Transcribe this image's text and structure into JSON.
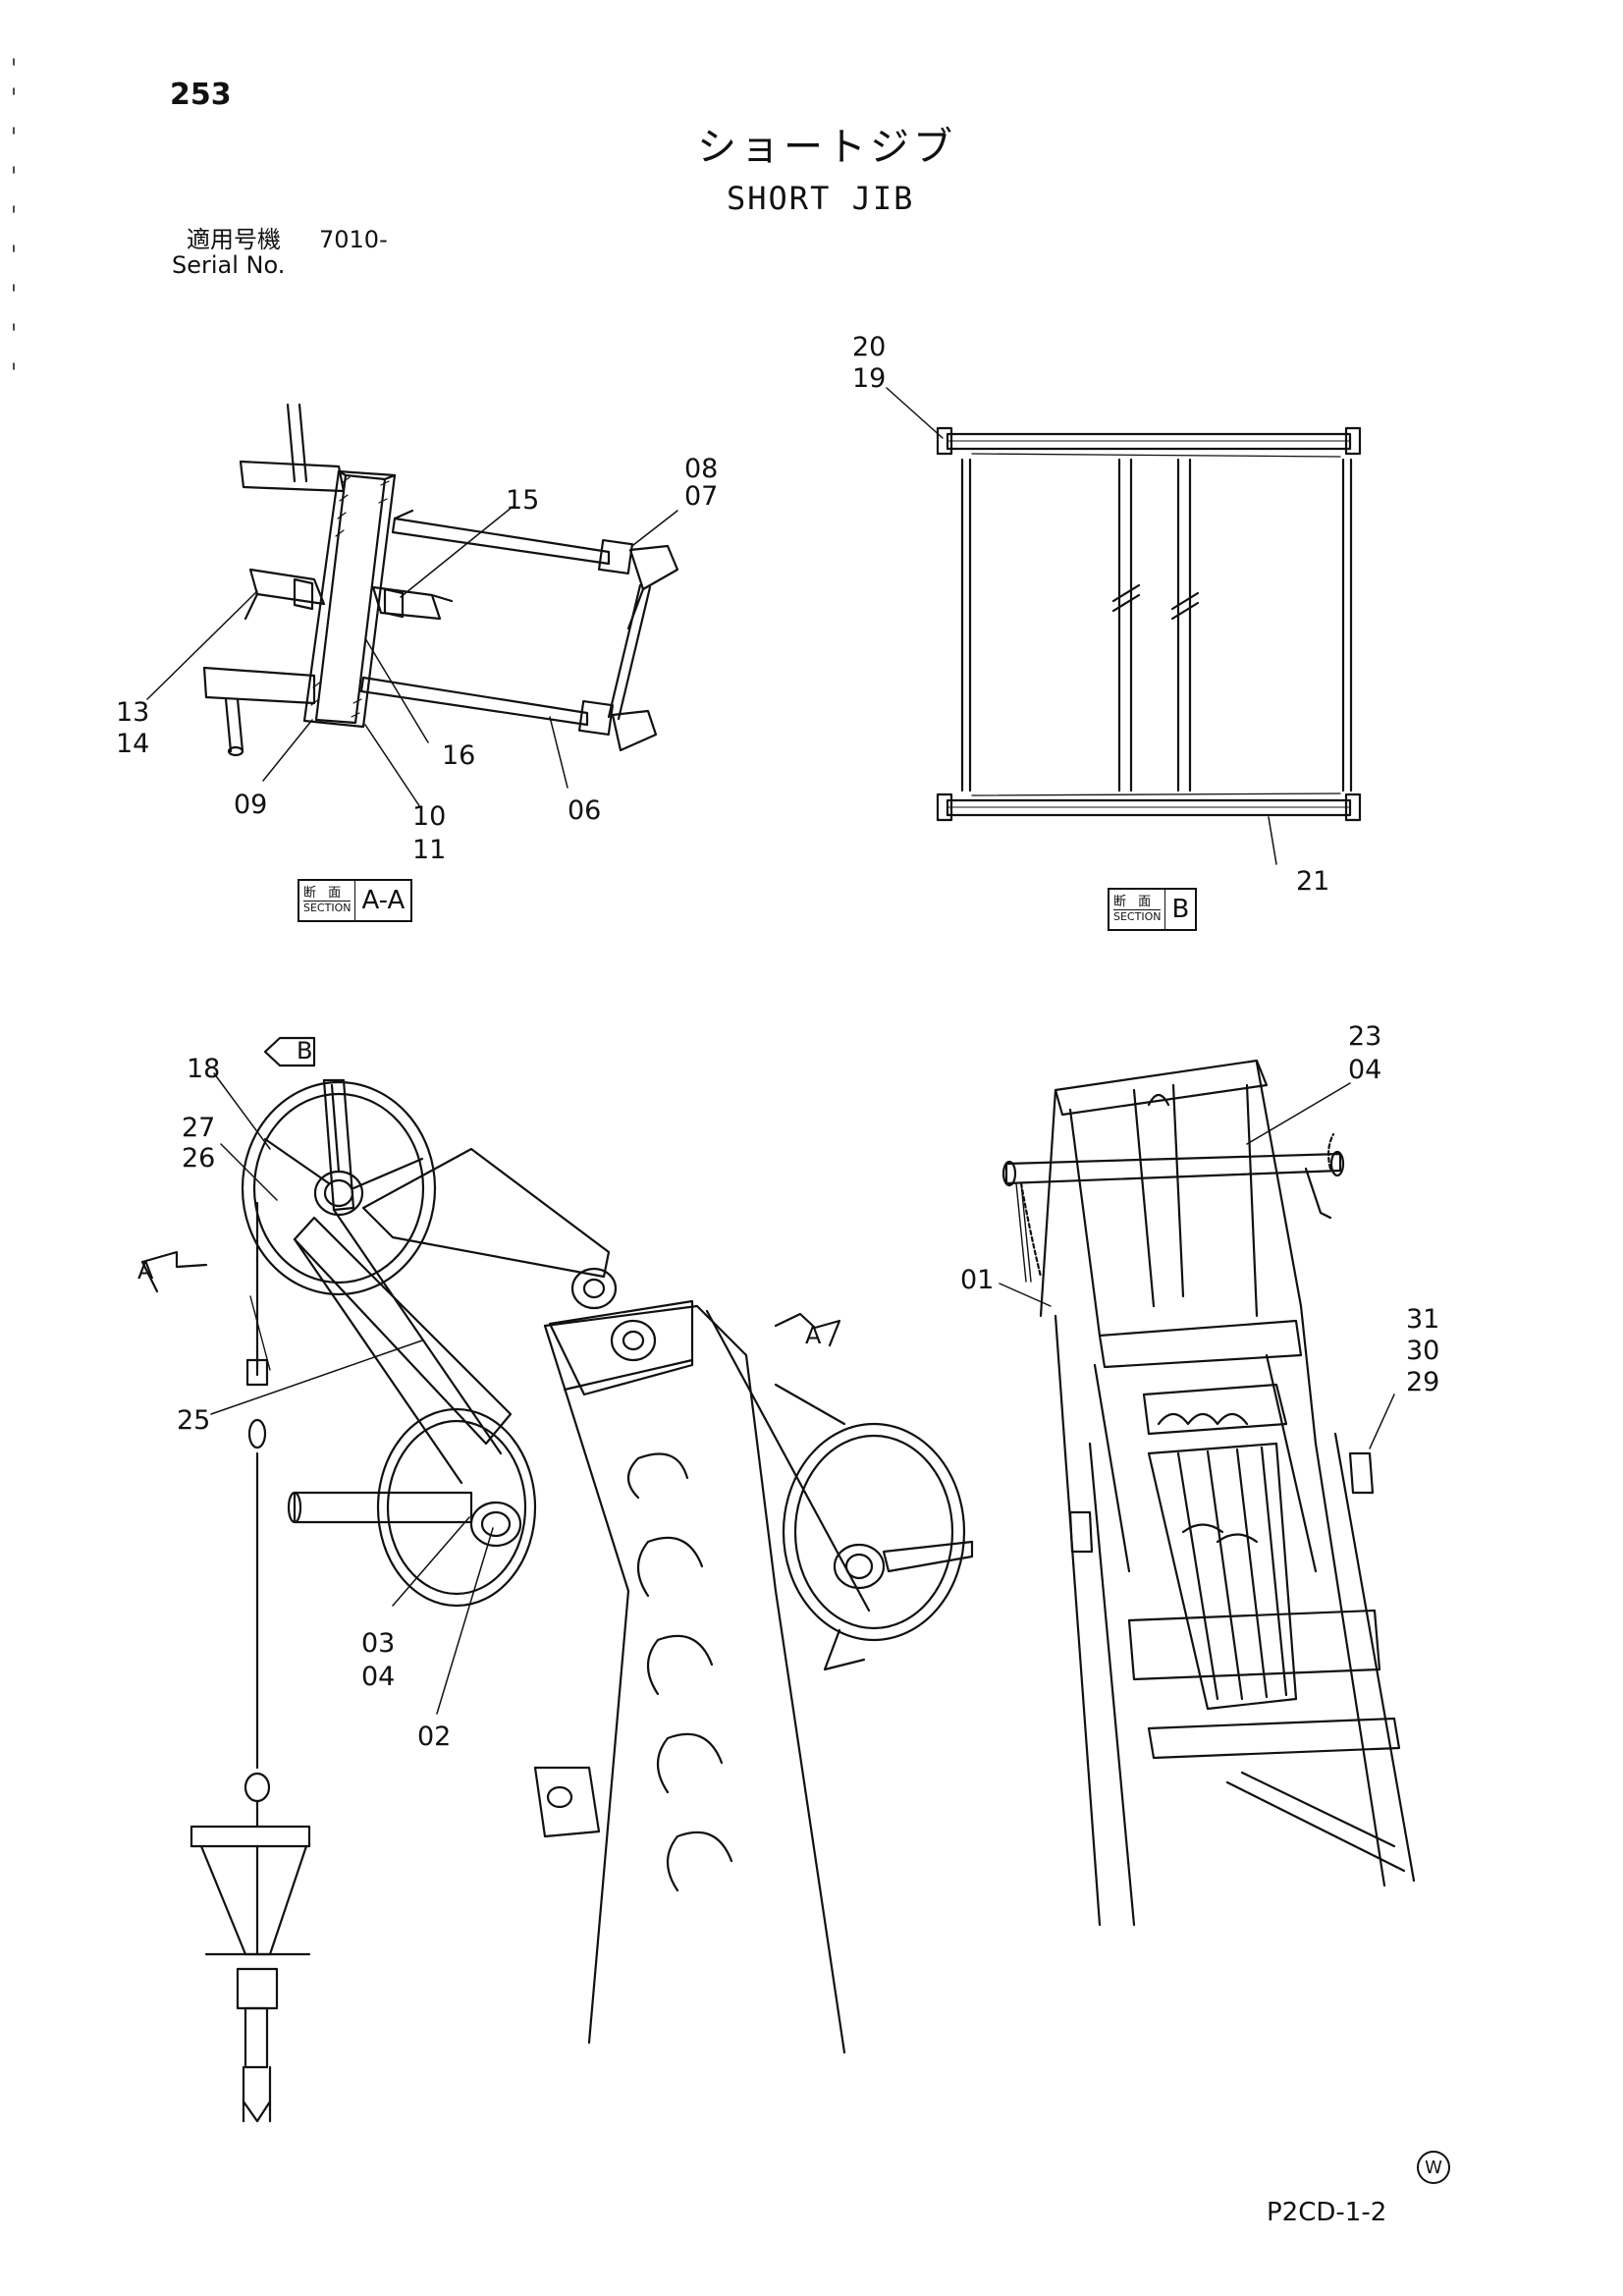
{
  "header": {
    "page_number": "253",
    "title_jp": "ショートジブ",
    "title_en": "SHORT JIB",
    "serial_label_jp": "適用号機",
    "serial_value": "7010-",
    "serial_label_en": "Serial No."
  },
  "sections": {
    "aa": {
      "jp": "断 面",
      "en": "SECTION",
      "label": "A-A"
    },
    "b": {
      "jp": "断 面",
      "en": "SECTION",
      "label": "B"
    }
  },
  "view_markers": {
    "a": "A",
    "b": "B"
  },
  "callouts": {
    "section_aa": [
      "15",
      "08",
      "07",
      "13",
      "14",
      "16",
      "09",
      "10",
      "11",
      "06"
    ],
    "section_b": [
      "20",
      "19",
      "21"
    ],
    "main_view": [
      "18",
      "27",
      "26",
      "25",
      "03",
      "04",
      "02"
    ],
    "top_view": [
      "23",
      "04",
      "01",
      "31",
      "30",
      "29"
    ]
  },
  "footer": {
    "watermark": "W",
    "drawing_code": "P2CD-1-2"
  }
}
